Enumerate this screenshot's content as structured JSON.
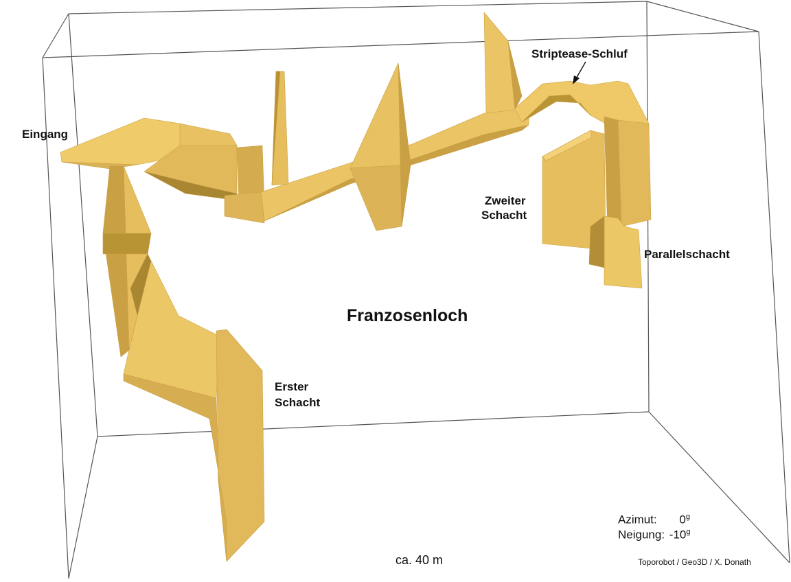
{
  "diagram": {
    "title": "Franzosenloch",
    "labels": {
      "eingang": "Eingang",
      "striptease": "Striptease-Schluf",
      "zweiter_line1": "Zweiter",
      "zweiter_line2": "Schacht",
      "parallel": "Parallelschacht",
      "erster_line1": "Erster",
      "erster_line2": "Schacht"
    },
    "scale": "ca. 40 m",
    "orientation": {
      "azimut_label": "Azimut:",
      "azimut_value": "0",
      "neigung_label": "Neigung:",
      "neigung_value": "-10",
      "unit": "g"
    },
    "credit": "Toporobot / Geo3D / X. Donath",
    "colors": {
      "cave_light": "#f0cb6a",
      "cave_mid": "#e2b95a",
      "cave_dark": "#c9a044",
      "cave_shadow": "#a88632",
      "box_line": "#555555"
    }
  }
}
